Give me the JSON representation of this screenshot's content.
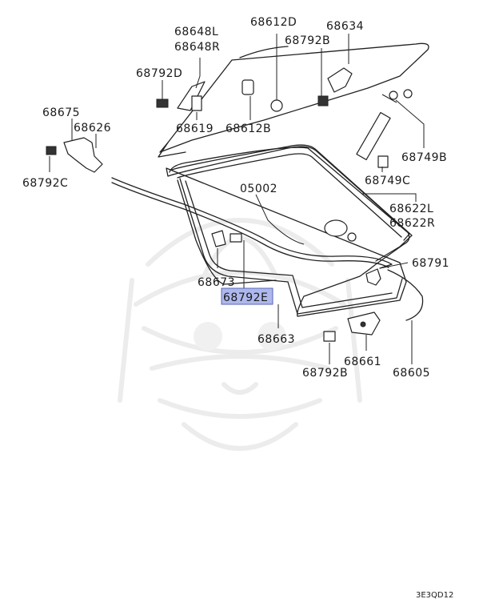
{
  "diagram": {
    "highlight_color": "#aeb8ec",
    "highlighted_part": "68792E",
    "reference_code": "3E3QD12",
    "parts": [
      {
        "id": "68648L"
      },
      {
        "id": "68648R"
      },
      {
        "id": "68612D"
      },
      {
        "id": "68634"
      },
      {
        "id": "68792D"
      },
      {
        "id": "68792B"
      },
      {
        "id": "68675"
      },
      {
        "id": "68626"
      },
      {
        "id": "68619"
      },
      {
        "id": "68612B"
      },
      {
        "id": "68749B"
      },
      {
        "id": "68792C"
      },
      {
        "id": "68749C"
      },
      {
        "id": "05002"
      },
      {
        "id": "68622L"
      },
      {
        "id": "68622R"
      },
      {
        "id": "68791"
      },
      {
        "id": "68673"
      },
      {
        "id": "68792E"
      },
      {
        "id": "68663"
      },
      {
        "id": "68661"
      },
      {
        "id": "68792B"
      },
      {
        "id": "68605"
      }
    ]
  }
}
